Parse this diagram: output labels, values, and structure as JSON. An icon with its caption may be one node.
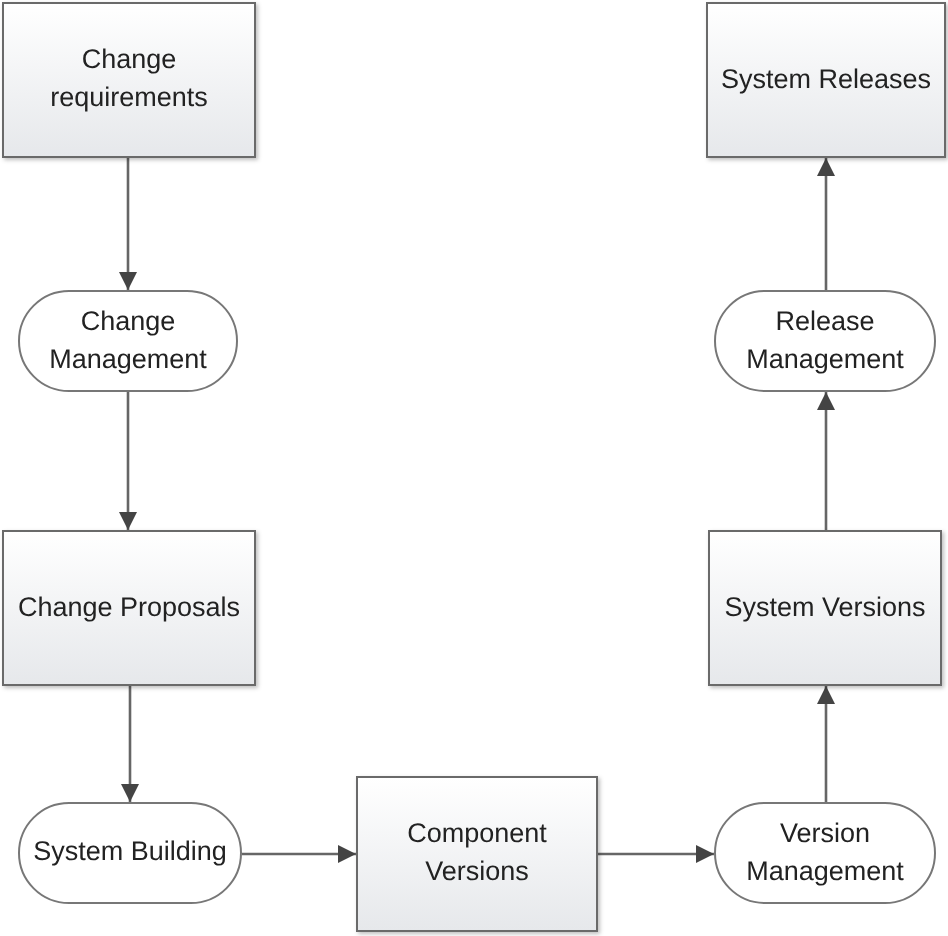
{
  "diagram": {
    "nodes": [
      {
        "text": [
          "Change requirements"
        ]
      },
      {
        "text": [
          "Change Management"
        ]
      },
      {
        "text": [
          "Change Proposals"
        ]
      },
      {
        "text": [
          "System Building"
        ]
      },
      {
        "text": [
          "Component Versions"
        ]
      },
      {
        "text": [
          "Version Management"
        ]
      },
      {
        "text": [
          "System Versions"
        ]
      },
      {
        "text": [
          "Release Management"
        ]
      },
      {
        "text": [
          "System Releases"
        ]
      }
    ],
    "edges": [
      {
        "from": 0,
        "to": 1,
        "arrow": "to"
      },
      {
        "from": 1,
        "to": 2,
        "arrow": "to"
      },
      {
        "from": 2,
        "to": 3,
        "arrow": "to"
      },
      {
        "from": 3,
        "to": 4,
        "arrow": "to"
      },
      {
        "from": 4,
        "to": 5,
        "arrow": "to"
      },
      {
        "from": 5,
        "to": 6,
        "arrow": "to"
      },
      {
        "from": 6,
        "to": 7,
        "arrow": "to"
      },
      {
        "from": 7,
        "to": 8,
        "arrow": "to"
      }
    ]
  }
}
